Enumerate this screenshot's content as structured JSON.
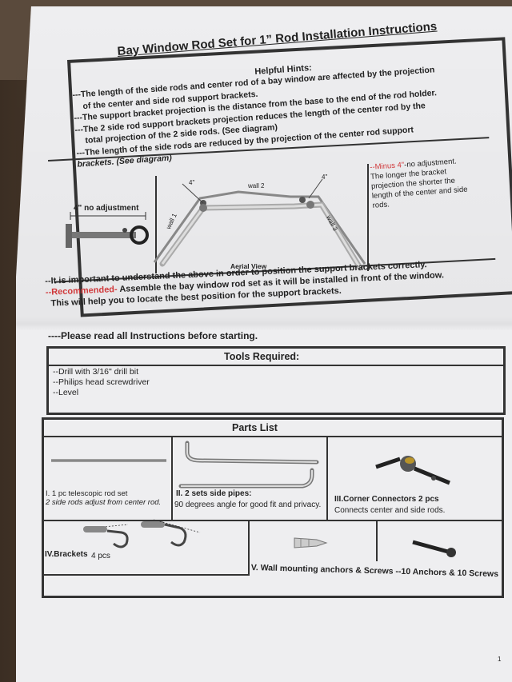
{
  "header": {
    "title": "Bay Window Rod Set for 1” Rod Installation Instructions"
  },
  "hints": {
    "heading": "Helpful Hints:",
    "lines": [
      "---The length of the side rods and center rod of a bay window are affected by the projection",
      "of the center and side rod support brackets.",
      "---The support bracket projection is the distance from the base to the end of the rod holder.",
      "---The 2 side rod support brackets projection reduces the length of the center rod by the",
      "total projection of the 2 side rods. (See diagram)",
      "---The length of the side rods are reduced by the projection of the center rod support",
      "brackets. (See diagram)"
    ]
  },
  "diagram": {
    "no_adjustment": "4\" no adjustment",
    "wall1": "wall 1",
    "wall2": "wall 2",
    "wall3": "wall 3",
    "dim_left": "4\"",
    "dim_right": "4\"",
    "aerial": "Aerial View",
    "minus_label": "--Minus 4\"",
    "minus_rest": "-no adjustment.",
    "note_lines": [
      "The longer the bracket",
      "projection the shorter the",
      "length of the center and side",
      "rods."
    ]
  },
  "notes": {
    "line1": "--It is important to understand the above in order to position the support brackets correctly.",
    "recommended_label": "--Recommended-",
    "line2_rest": " Assemble the bay window rod set as it will be installed in front of the window.",
    "line3": "This will help you to locate the best position for the support brackets."
  },
  "instructions": "----Please read all Instructions before starting.",
  "tools": {
    "heading": "Tools Required:",
    "items": [
      "--Drill with 3/16\" drill bit",
      "--Philips head screwdriver",
      "--Level"
    ]
  },
  "parts": {
    "heading": "Parts List",
    "p1_title": "I. 1 pc telescopic rod set",
    "p1_desc": "2 side rods adjust from center rod.",
    "p2_title": "II. 2 sets side pipes:",
    "p2_desc": "90 degrees angle for good fit and privacy.",
    "p3_title": "III.Corner Connectors 2 pcs",
    "p3_desc": "Connects center and side rods.",
    "p4_title": "IV.Brackets",
    "p4_qty": "4 pcs",
    "p5_title": "V. Wall mounting anchors & Screws --10 Anchors & 10 Screws"
  },
  "page_number": "1",
  "colors": {
    "accent_red": "#d0383a",
    "paper": "#eeeef0",
    "ink": "#222222"
  }
}
